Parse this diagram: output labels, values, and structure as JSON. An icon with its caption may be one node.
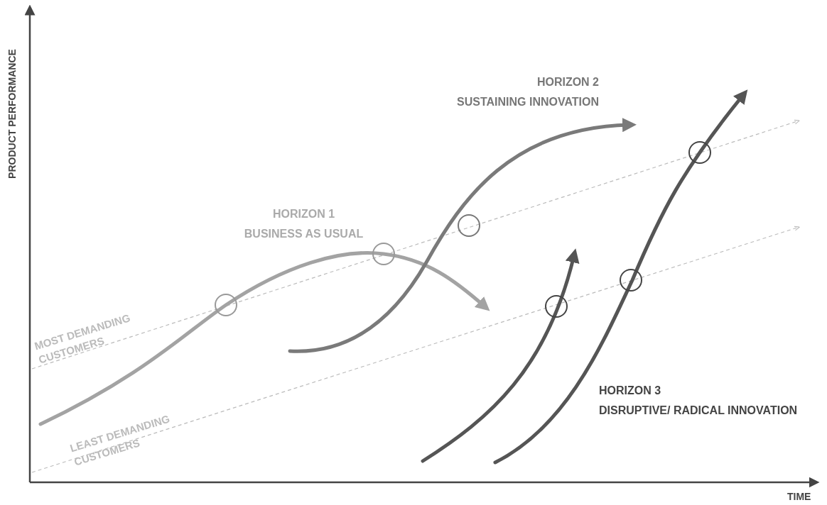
{
  "diagram": {
    "labels": [
      "PRODUCT PERFORMANCE",
      "HORIZON 2",
      "SUSTAINING INNOVATION",
      "HORIZON 1",
      "BUSINESS AS USUAL",
      "MOST DEMANDING CUSTOMERS",
      "LEAST DEMANDING CUSTOMERS",
      "HORIZON 3",
      "DISRUPTIVE/ RADICAL INNOVATION",
      "TIME"
    ]
  }
}
